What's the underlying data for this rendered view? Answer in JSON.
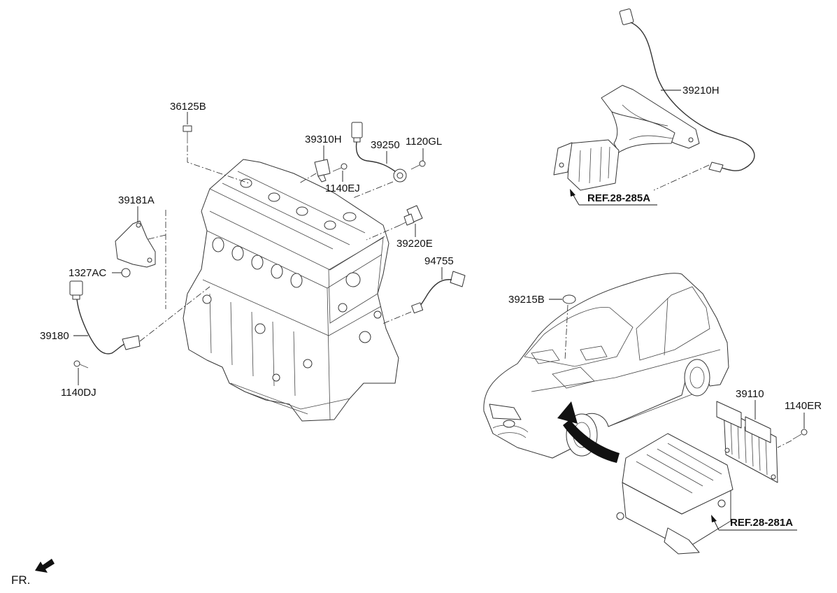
{
  "engine_callouts": [
    "36125B",
    "39310H",
    "39250",
    "1120GL",
    "1140EJ",
    "39181A",
    "1327AC",
    "39220E",
    "94755",
    "39180",
    "1140DJ"
  ],
  "exhaust_callouts": [
    "39210H"
  ],
  "vehicle_callouts": [
    "39215B",
    "39110",
    "1140ER"
  ],
  "references": [
    "REF.28-285A",
    "REF.28-281A"
  ],
  "orientation": {
    "label": "FR.",
    "icon": "front-arrow-icon"
  },
  "colors": {
    "line": "#333333",
    "text": "#111111",
    "background": "#ffffff"
  }
}
